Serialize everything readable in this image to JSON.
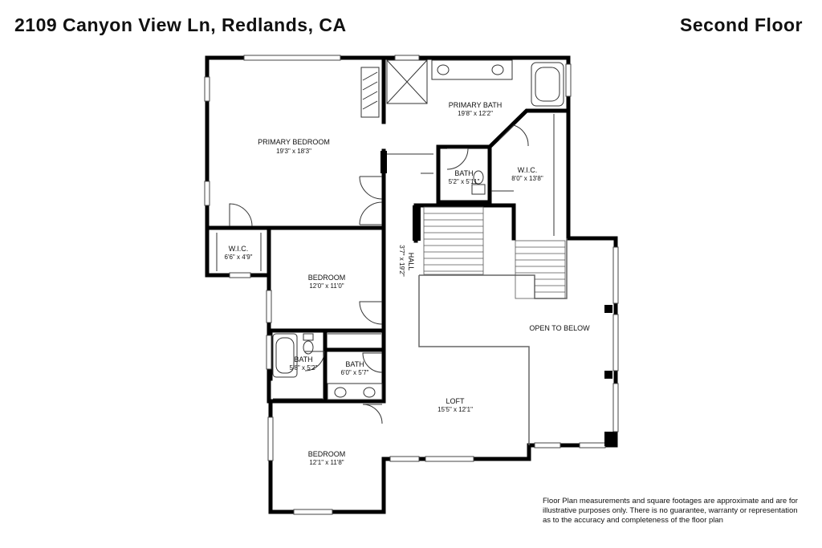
{
  "header": {
    "address": "2109 Canyon View Ln, Redlands, CA",
    "floor": "Second Floor"
  },
  "rooms": {
    "primary_bedroom": {
      "name": "PRIMARY BEDROOM",
      "dims": "19'3\" x 18'3\""
    },
    "primary_bath": {
      "name": "PRIMARY BATH",
      "dims": "19'8\" x 12'2\""
    },
    "bath_small": {
      "name": "BATH",
      "dims": "5'2\" x 5'11\""
    },
    "wic_primary": {
      "name": "W.I.C.",
      "dims": "8'0\" x 13'8\""
    },
    "wic_left": {
      "name": "W.I.C.",
      "dims": "6'6\" x 4'9\""
    },
    "hall": {
      "name": "HALL",
      "dims": "3'7\" x 19'2\""
    },
    "bedroom_1": {
      "name": "BEDROOM",
      "dims": "12'0\" x 11'0\""
    },
    "bath_tub": {
      "name": "BATH",
      "dims": "5'8\" x 5'2\""
    },
    "bath_sinks": {
      "name": "BATH",
      "dims": "6'0\" x 5'7\""
    },
    "open_to_below": {
      "name": "OPEN TO BELOW"
    },
    "loft": {
      "name": "LOFT",
      "dims": "15'5\" x 12'1\""
    },
    "bedroom_2": {
      "name": "BEDROOM",
      "dims": "12'1\" x 11'8\""
    }
  },
  "disclaimer": {
    "line1": "Floor Plan measurements and square footages are approximate and are for",
    "line2": "illustrative purposes only. There is no guarantee, warranty or representation",
    "line3": "as to the accuracy and completeness of the floor plan"
  }
}
